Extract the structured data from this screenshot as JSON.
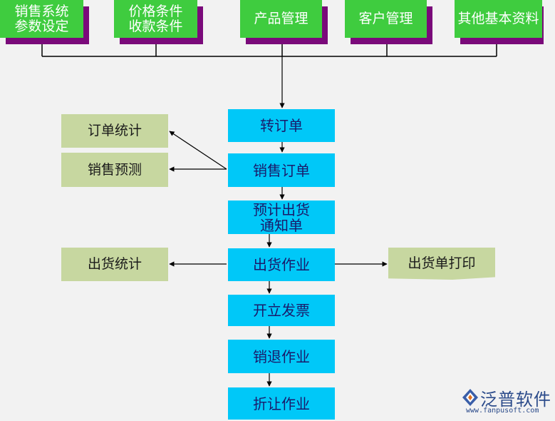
{
  "top_modules": [
    {
      "label": "销售系统\n参数设定"
    },
    {
      "label": "价格条件\n收款条件"
    },
    {
      "label": "产品管理"
    },
    {
      "label": "客户管理"
    },
    {
      "label": "其他基本资料"
    }
  ],
  "main_flow": [
    {
      "label": "转订单"
    },
    {
      "label": "销售订单"
    },
    {
      "label": "预计出货\n通知单"
    },
    {
      "label": "出货作业"
    },
    {
      "label": "开立发票"
    },
    {
      "label": "销退作业"
    },
    {
      "label": "折让作业"
    }
  ],
  "side_nodes": {
    "order_stats": "订单统计",
    "sales_forecast": "销售预测",
    "shipment_stats": "出货统计",
    "shipment_print": "出货单打印"
  },
  "logo": {
    "name": "泛普软件",
    "url": "www.fanpusoft.com"
  },
  "colors": {
    "top_box": "#3fcc3f",
    "top_shadow": "#7a0a7a",
    "flow_box": "#00c8f8",
    "side_box": "#c7d7a0",
    "line": "#000000"
  }
}
